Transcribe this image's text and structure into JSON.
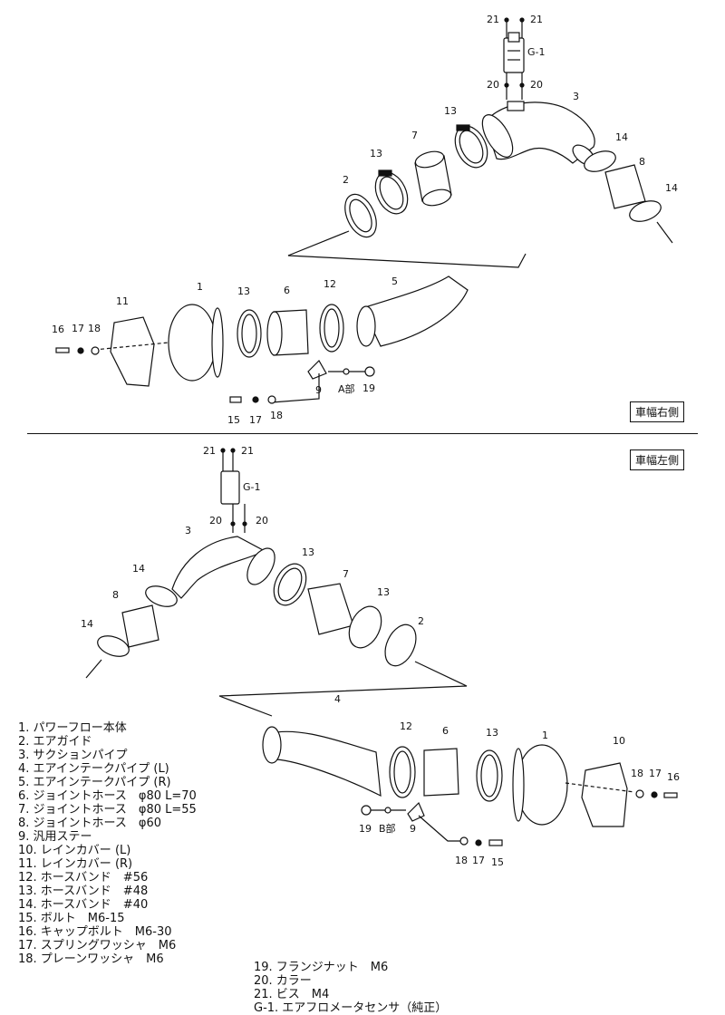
{
  "side_tags": {
    "right": "車幅右側",
    "left": "車幅左側"
  },
  "top_labels": [
    "21",
    "21",
    "G-1",
    "20",
    "20",
    "3",
    "13",
    "7",
    "13",
    "2",
    "14",
    "8",
    "14",
    "1",
    "13",
    "6",
    "12",
    "5",
    "11",
    "16",
    "17",
    "18",
    "9",
    "A部",
    "19",
    "15",
    "17",
    "18"
  ],
  "bottom_labels": [
    "21",
    "21",
    "G-1",
    "20",
    "20",
    "3",
    "13",
    "7",
    "14",
    "8",
    "13",
    "2",
    "14",
    "4",
    "12",
    "6",
    "13",
    "1",
    "10",
    "18",
    "17",
    "16",
    "19",
    "B部",
    "9",
    "18",
    "17",
    "15"
  ],
  "legend_left": [
    "1. パワーフロー本体",
    "2. エアガイド",
    "3. サクションパイプ",
    "4. エアインテークパイプ (L)",
    "5. エアインテークパイプ (R)",
    "6. ジョイントホース　φ80 L=70",
    "7. ジョイントホース　φ80 L=55",
    "8. ジョイントホース　φ60",
    "9. 汎用ステー",
    "10. レインカバー (L)",
    "11. レインカバー (R)",
    "12. ホースバンド　#56",
    "13. ホースバンド　#48",
    "14. ホースバンド　#40",
    "15. ボルト　M6-15",
    "16. キャップボルト　M6-30",
    "17. スプリングワッシャ　M6",
    "18. プレーンワッシャ　M6"
  ],
  "legend_right": [
    "19. フランジナット　M6",
    "20. カラー",
    "21. ビス　M4",
    "G-1. エアフロメータセンサ（純正）"
  ]
}
